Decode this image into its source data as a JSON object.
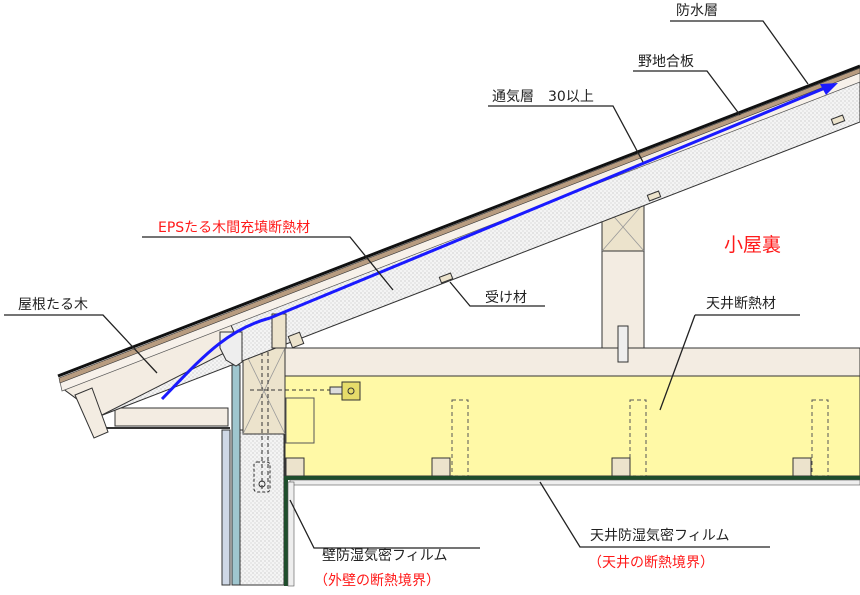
{
  "title": "屋根断熱・天井断熱 断面詳細図",
  "labels": {
    "waterproof_layer": "防水層",
    "roof_sheathing": "野地合板",
    "ventilation_layer": "通気層　30以上",
    "eps_insulation": "EPSたる木間充填断熱材",
    "attic": "小屋裏",
    "rafter": "屋根たる木",
    "support_member": "受け材",
    "ceiling_insulation": "天井断熱材",
    "wall_vapor_barrier": "壁防湿気密フィルム",
    "wall_boundary": "（外壁の断熱境界）",
    "ceiling_vapor_barrier": "天井防湿気密フィルム",
    "ceiling_boundary": "（天井の断熱境界）"
  },
  "colors": {
    "airflow": "#1a1aff",
    "insulation": "#fff9a6",
    "emphasis": "#ff1a1a",
    "wood": "#f3ece2"
  }
}
